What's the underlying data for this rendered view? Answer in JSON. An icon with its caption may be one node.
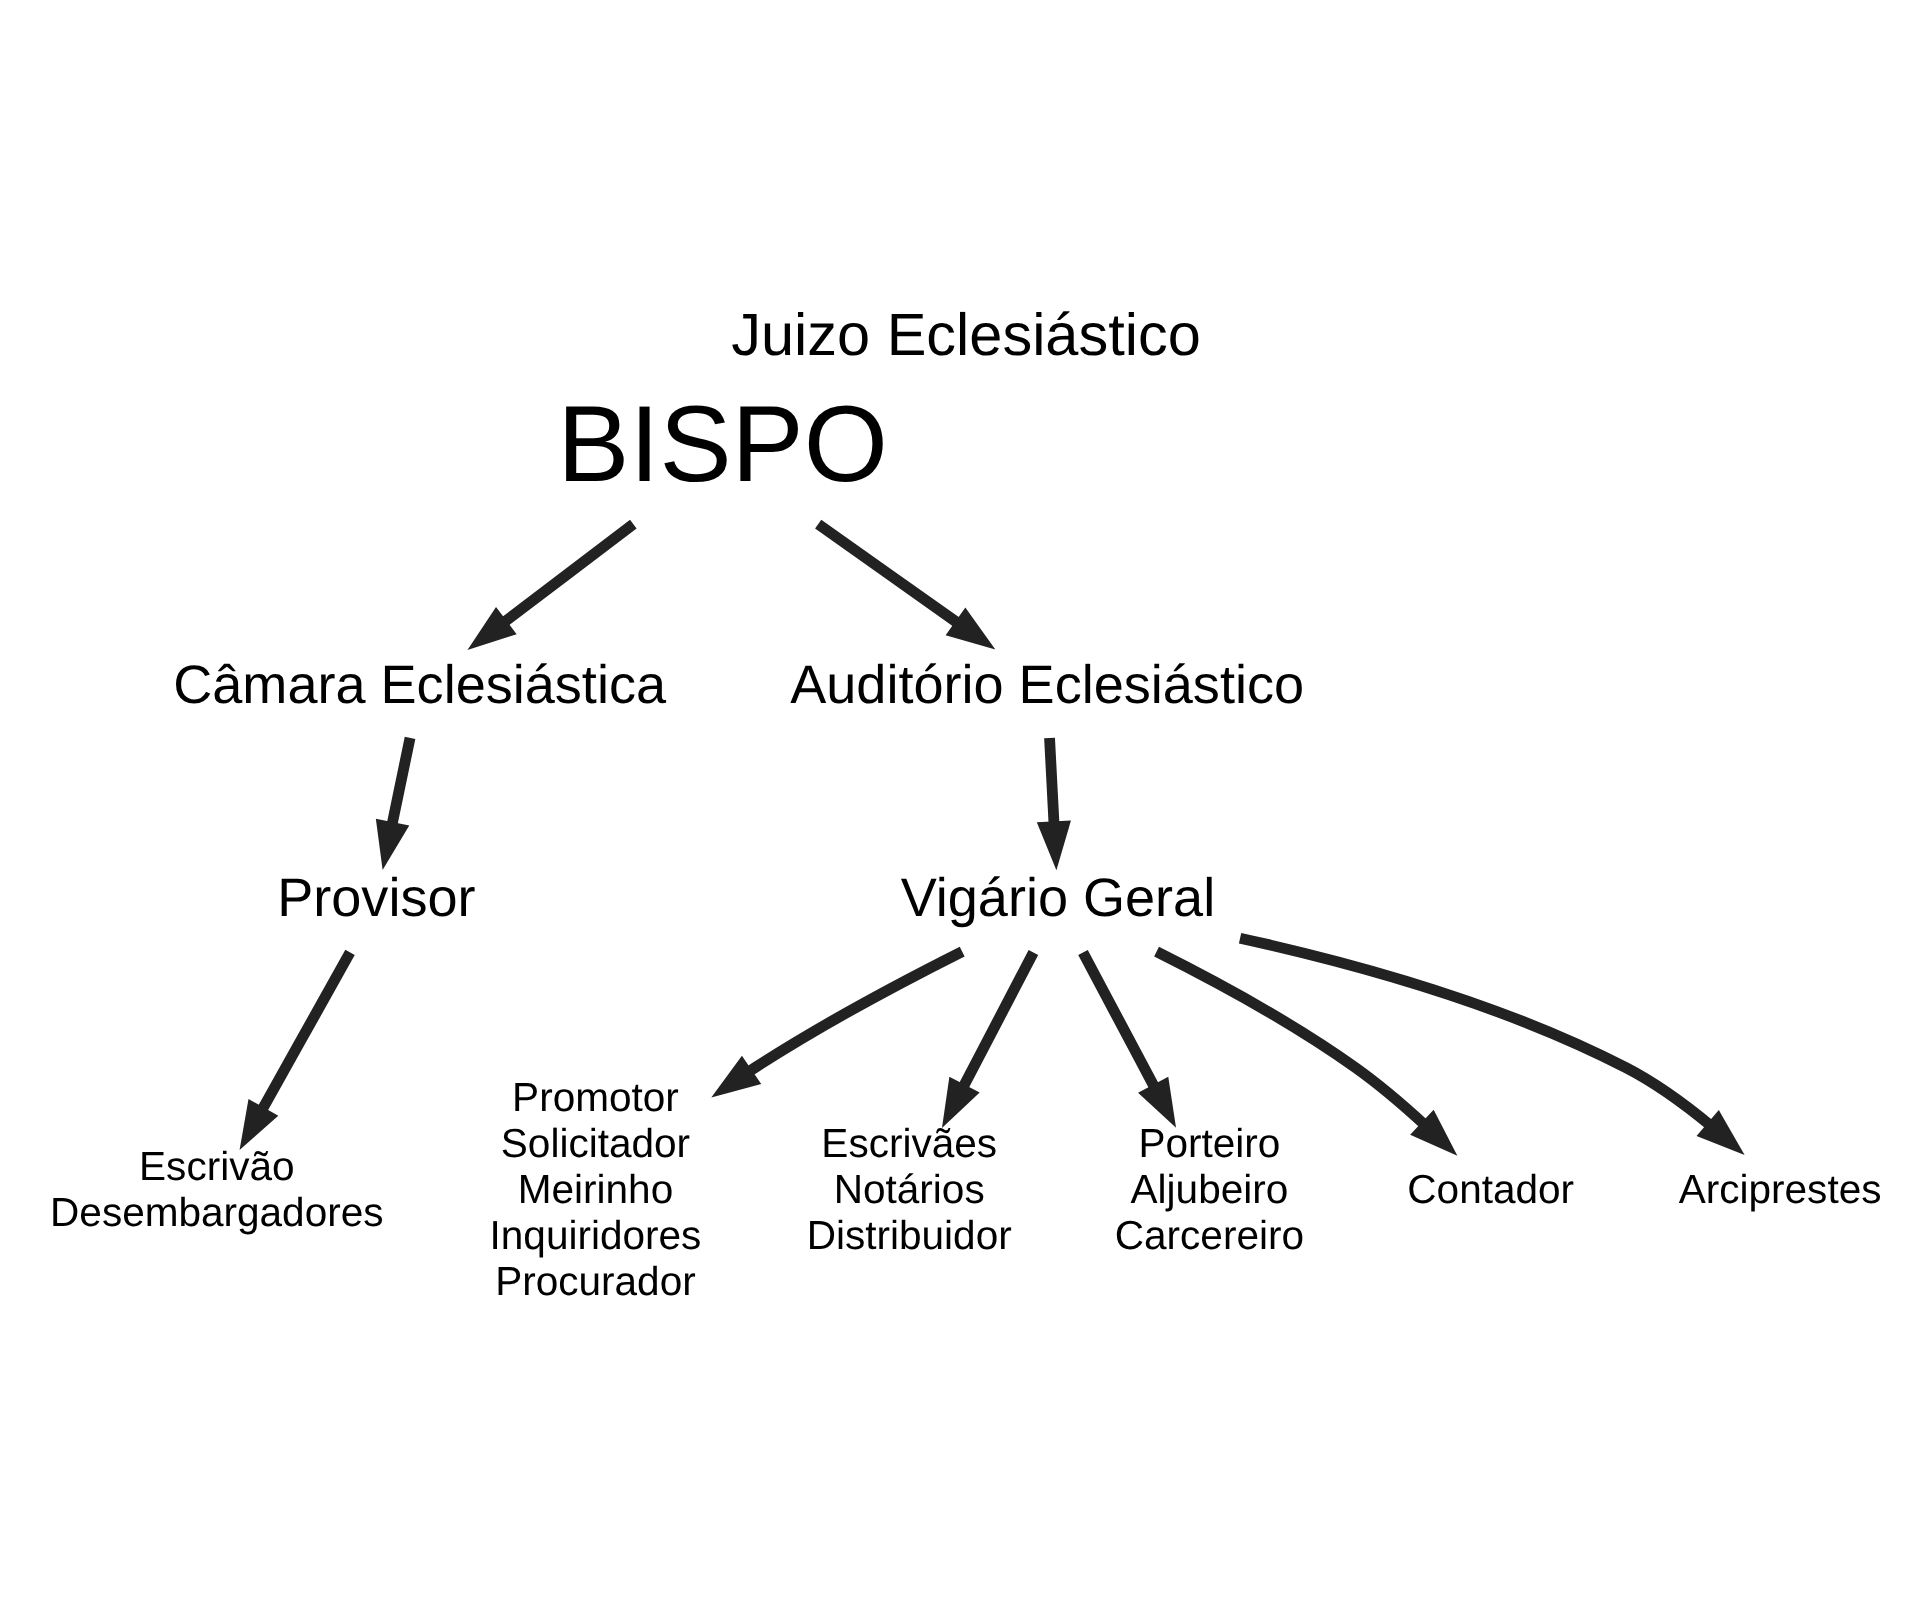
{
  "diagram": {
    "title": "Juizo Eclesiástico",
    "nodes": [
      {
        "text": [
          "BISPO"
        ]
      },
      {
        "text": [
          "Câmara Eclesiástica"
        ]
      },
      {
        "text": [
          "Auditório Eclesiástico"
        ]
      },
      {
        "text": [
          "Provisor"
        ]
      },
      {
        "text": [
          "Vigário Geral"
        ]
      },
      {
        "text": [
          "Escrivão",
          "Desembargadores"
        ]
      },
      {
        "text": [
          "Promotor",
          "Solicitador",
          "Meirinho",
          "Inquiridores",
          "Procurador"
        ]
      },
      {
        "text": [
          "Escrivães",
          "Notários",
          "Distribuidor"
        ]
      },
      {
        "text": [
          "Porteiro",
          "Aljubeiro",
          "Carcereiro"
        ]
      },
      {
        "text": [
          "Contador"
        ]
      },
      {
        "text": [
          "Arciprestes"
        ]
      }
    ],
    "edges": [
      {
        "from": 0,
        "to": 1,
        "arrow": "to"
      },
      {
        "from": 0,
        "to": 2,
        "arrow": "to"
      },
      {
        "from": 1,
        "to": 3,
        "arrow": "to"
      },
      {
        "from": 2,
        "to": 4,
        "arrow": "to"
      },
      {
        "from": 3,
        "to": 5,
        "arrow": "to"
      },
      {
        "from": 4,
        "to": 6,
        "arrow": "to"
      },
      {
        "from": 4,
        "to": 7,
        "arrow": "to"
      },
      {
        "from": 4,
        "to": 8,
        "arrow": "to"
      },
      {
        "from": 4,
        "to": 9,
        "arrow": "to"
      },
      {
        "from": 4,
        "to": 10,
        "arrow": "to"
      }
    ]
  }
}
